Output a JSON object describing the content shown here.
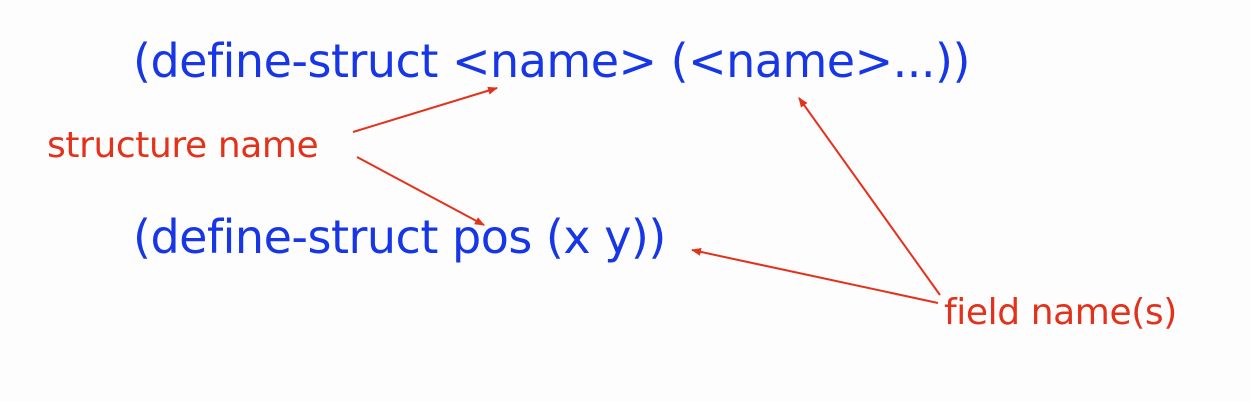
{
  "syntax_line": "(define-struct <name> (<name>...))",
  "example_line": "(define-struct pos (x y))",
  "annotations": {
    "structure_name": "structure name",
    "field_names": "field name(s)"
  },
  "colors": {
    "code": "#1736e6",
    "annotation": "#e3321b",
    "background": "#fdfdfd"
  }
}
